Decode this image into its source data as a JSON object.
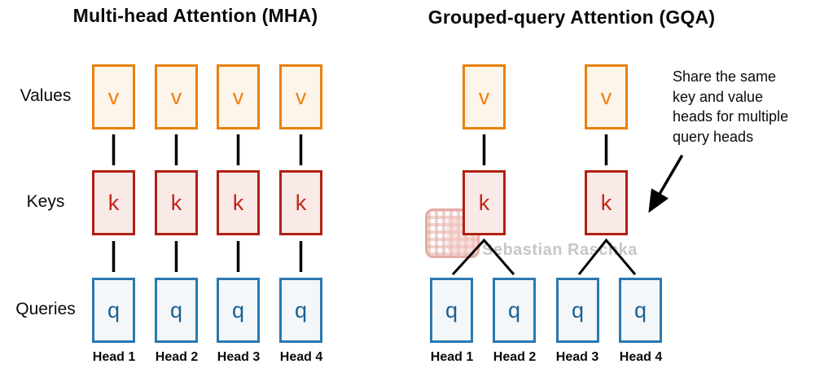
{
  "panels": [
    {
      "title": "Multi-head Attention (MHA)",
      "heads": [
        "Head 1",
        "Head 2",
        "Head 3",
        "Head 4"
      ]
    },
    {
      "title": "Grouped-query Attention (GQA)",
      "heads": [
        "Head 1",
        "Head 2",
        "Head 3",
        "Head 4"
      ]
    }
  ],
  "row_labels": {
    "values": "Values",
    "keys": "Keys",
    "queries": "Queries"
  },
  "letters": {
    "value": "v",
    "key": "k",
    "query": "q"
  },
  "annotation": {
    "full_text": "Share the same key and value heads for multiple query heads",
    "lines": [
      "Share the same",
      "key and value",
      "heads for multiple",
      "query heads"
    ]
  },
  "watermark": {
    "text": "Sebastian Raschka"
  },
  "colors": {
    "value_border": "#E8820E",
    "value_fill": "#FDF4EA",
    "value_text": "#F08010",
    "key_border": "#B02113",
    "key_fill": "#F9E9E7",
    "key_text": "#C02718",
    "query_border": "#2979B2",
    "query_fill": "#F3F7FA",
    "query_text": "#1D6091",
    "connector": "#000000",
    "watermark_text": "#C7C7C7",
    "stamp": "#C33B2B"
  }
}
